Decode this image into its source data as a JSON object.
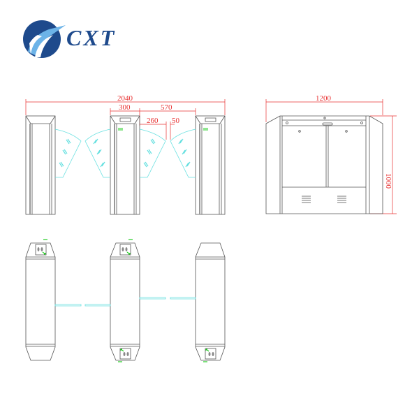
{
  "logo": {
    "brand": "CXT",
    "icon": "swallow-bird-circle-icon",
    "colors": {
      "navy": "#1e4a8c",
      "light_blue": "#6cb3e8"
    }
  },
  "front_view": {
    "dimensions": {
      "overall_width": "2040",
      "cabinet_width": "300",
      "lane_pitch": "570",
      "wing_length": "260",
      "wing_gap": "50"
    }
  },
  "side_view": {
    "dimensions": {
      "length": "1200",
      "height": "1000"
    }
  },
  "top_view": {
    "cabinets": [
      "left-cabinet",
      "middle-cabinet",
      "right-cabinet"
    ]
  },
  "colors": {
    "dimension_lines": "#e83030",
    "outline": "#555555",
    "glass_wings": "#66e0e0",
    "indicator": "#22cc22"
  }
}
